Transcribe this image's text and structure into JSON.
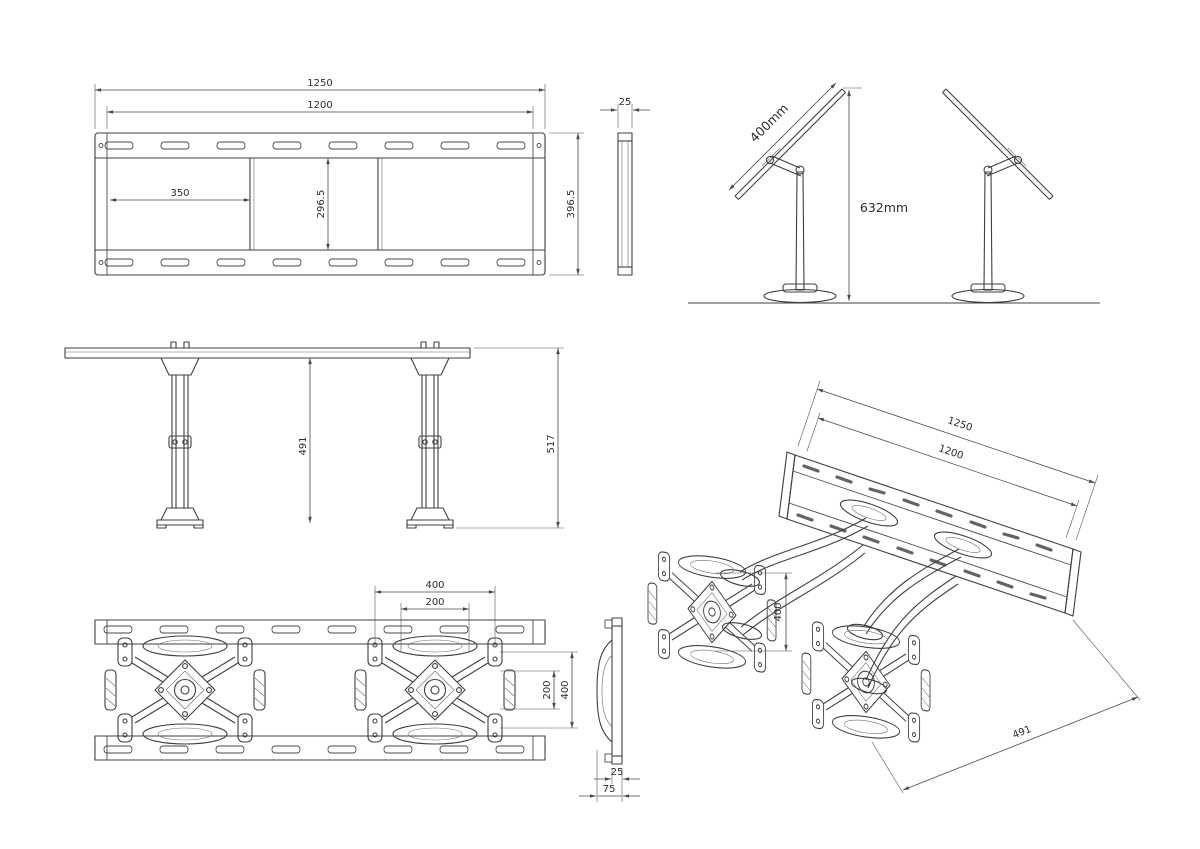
{
  "meta": {
    "background_color": "#ffffff",
    "line_color": "#3f3f3f",
    "dim_color": "#4a4a4a",
    "drawing_subject": "tv-wall-mount-technical-drawing"
  },
  "drawing": {
    "views": {
      "plate_front": {
        "dim_overall_width": "1250",
        "dim_hole_span": "1200",
        "dim_inner_width": "350",
        "dim_inner_height": "296.5",
        "dim_overall_height": "396.5"
      },
      "plate_side": {
        "dim_thickness": "25"
      },
      "stand_side": {
        "dim_screen": "400mm",
        "dim_height": "632mm"
      },
      "posts_front": {
        "dim_post_height": "491",
        "dim_overall_height": "517"
      },
      "assembly_front": {
        "dim_vesa_width": "400",
        "dim_vesa_inner_width": "200",
        "dim_vesa_inner_height": "200",
        "dim_vesa_height": "400"
      },
      "assembly_side": {
        "dim_plate_depth": "25",
        "dim_total_depth": "75"
      },
      "isometric": {
        "dim_overall_width": "1250",
        "dim_hole_span": "1200",
        "dim_vesa_height": "400",
        "dim_arm_reach": "491"
      }
    }
  }
}
